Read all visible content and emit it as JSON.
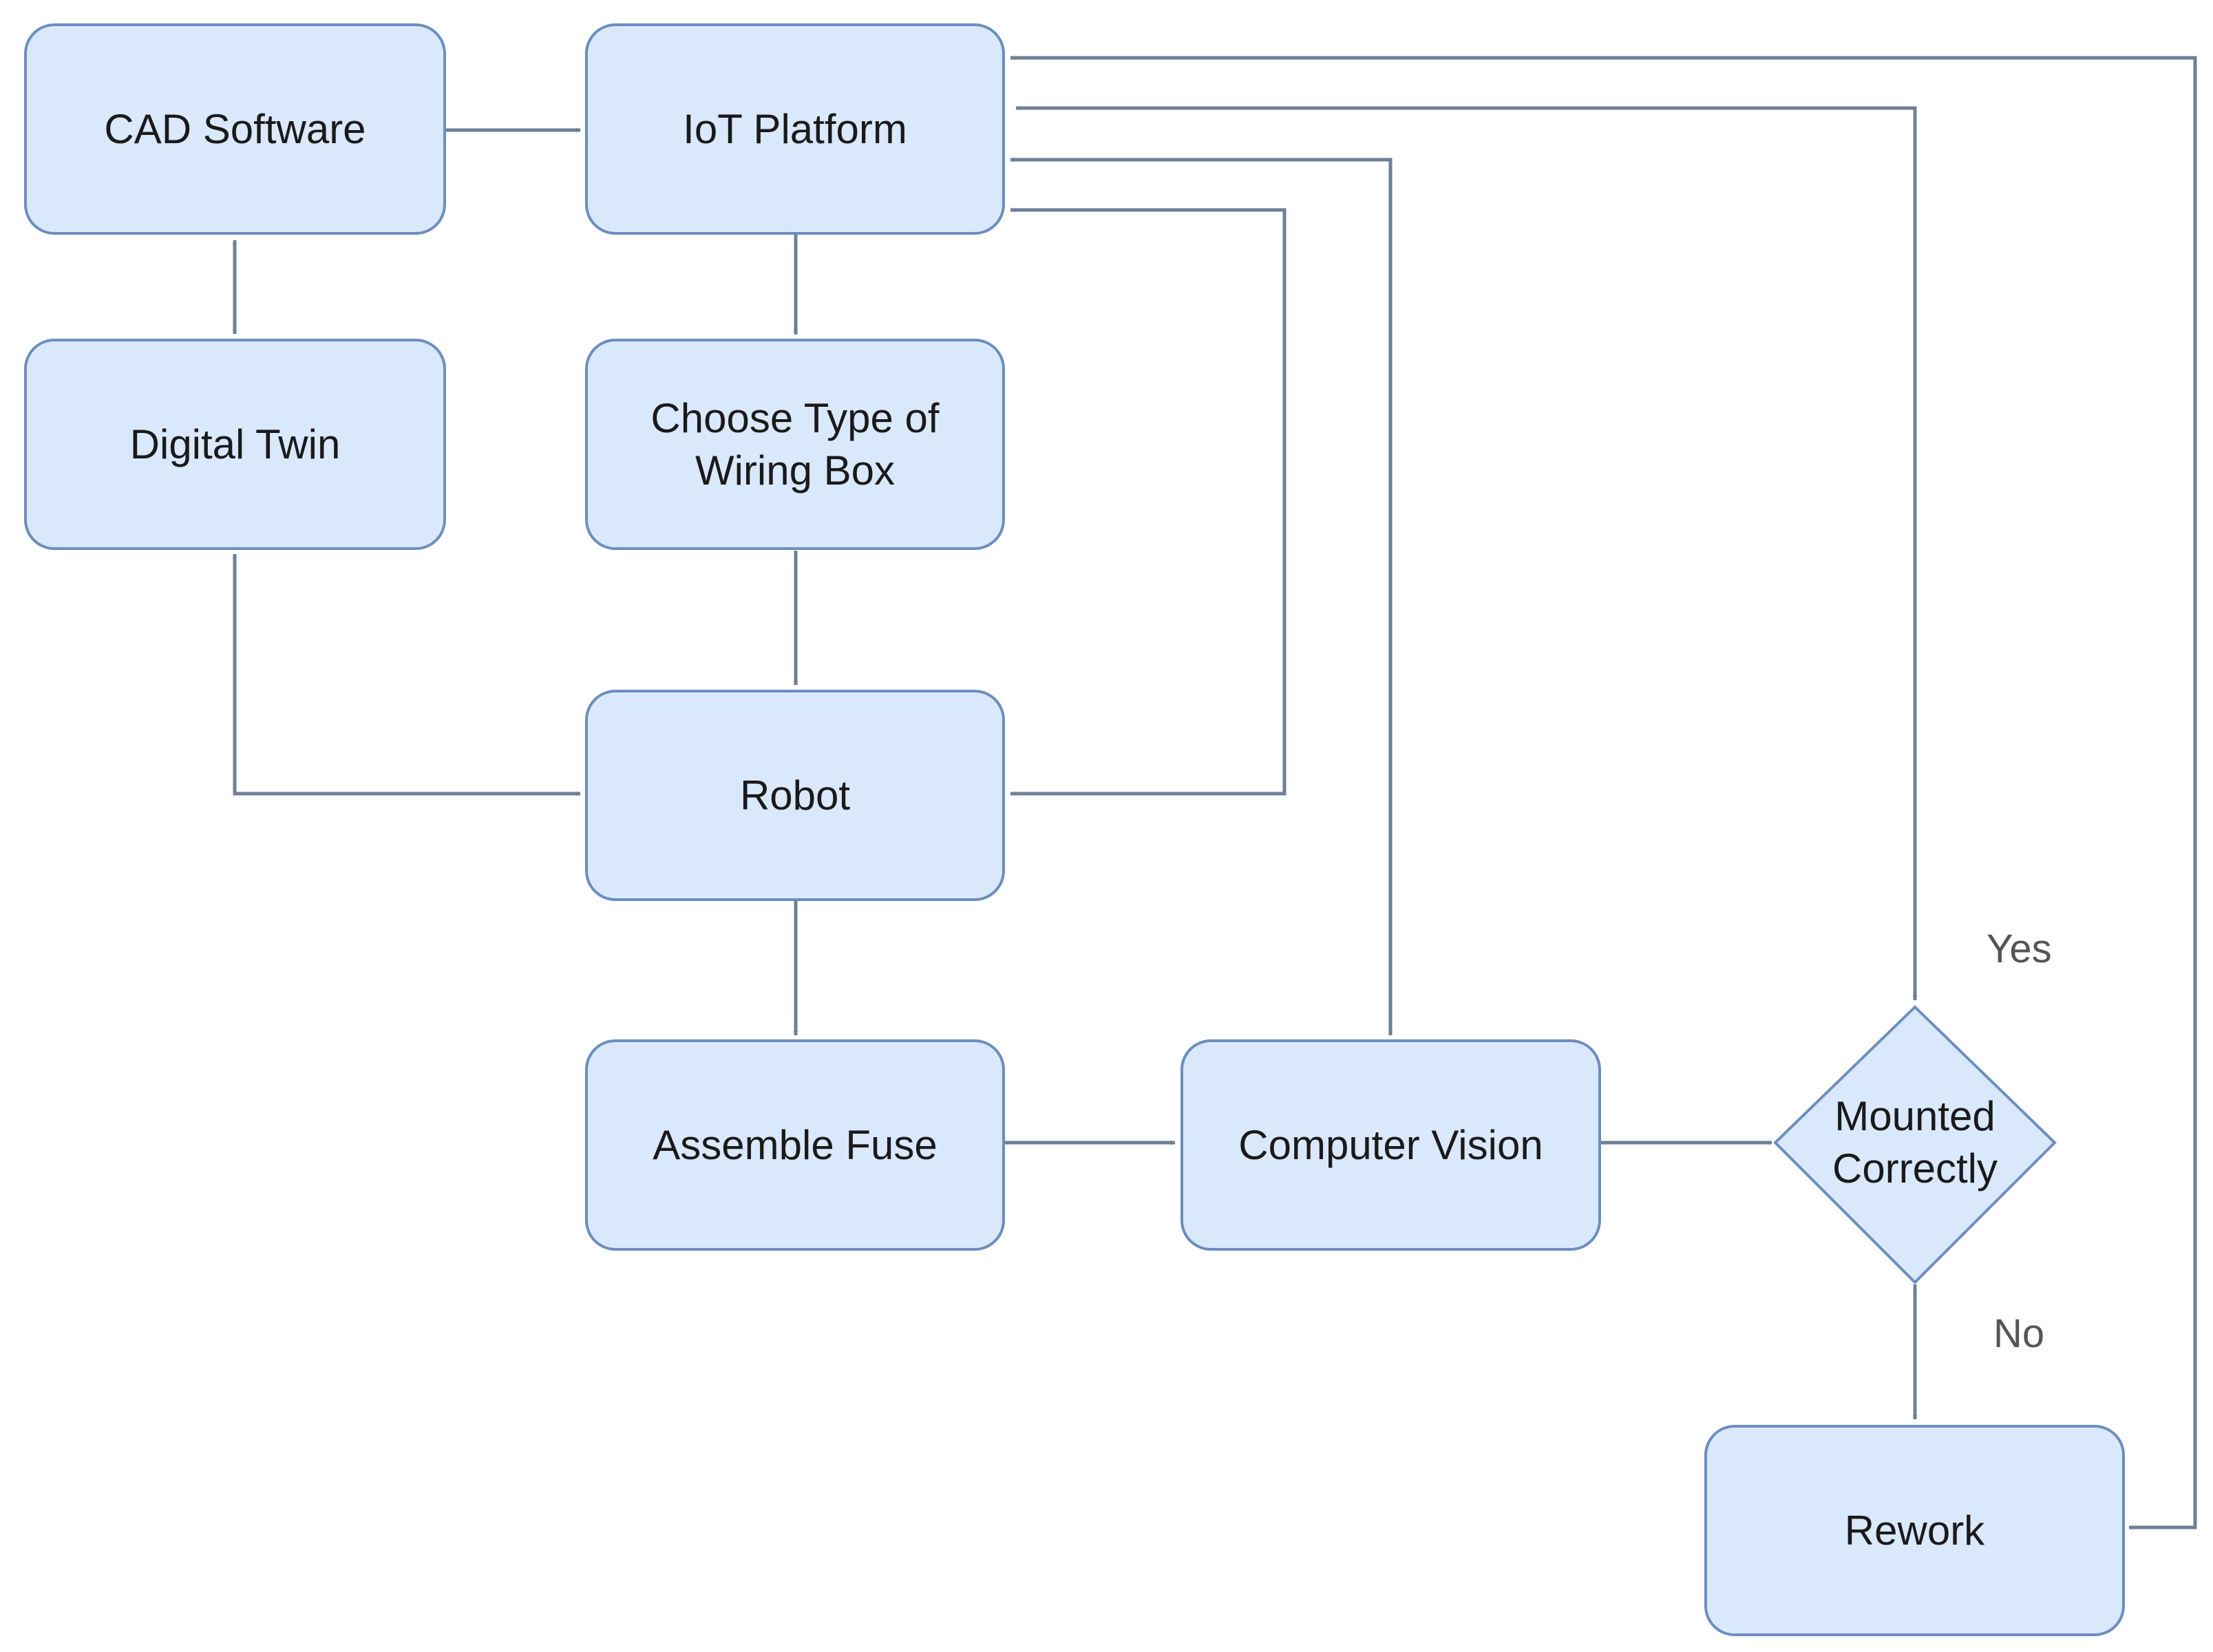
{
  "nodes": {
    "cad_software": "CAD Software",
    "iot_platform": "IoT Platform",
    "digital_twin": "Digital Twin",
    "choose_wiring_box": "Choose Type of Wiring Box",
    "robot": "Robot",
    "assemble_fuse": "Assemble Fuse",
    "computer_vision": "Computer Vision",
    "mounted_correctly": "Mounted Correctly",
    "rework": "Rework"
  },
  "edge_labels": {
    "yes": "Yes",
    "no": "No"
  },
  "colors": {
    "box_fill": "#dae8fc",
    "box_stroke": "#6c8ebf",
    "connector": "#6f7f97"
  }
}
